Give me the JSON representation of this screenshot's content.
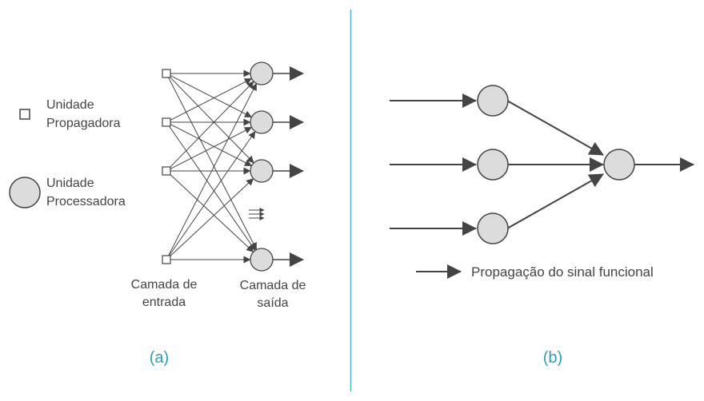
{
  "legend": {
    "propagator_label_line1": "Unidade",
    "propagator_label_line2": "Propagadora",
    "processor_label_line1": "Unidade",
    "processor_label_line2": "Processadora"
  },
  "panel_a": {
    "input_layer_line1": "Camada de",
    "input_layer_line2": "entrada",
    "output_layer_line1": "Camada de",
    "output_layer_line2": "saída",
    "label": "(a)"
  },
  "panel_b": {
    "signal_legend": "Propagação do sinal funcional",
    "label": "(b)"
  },
  "colors": {
    "node_fill": "#dcdcdc",
    "stroke": "#444444",
    "divider": "#4fb3c8",
    "label_accent": "#2a9fb8"
  }
}
